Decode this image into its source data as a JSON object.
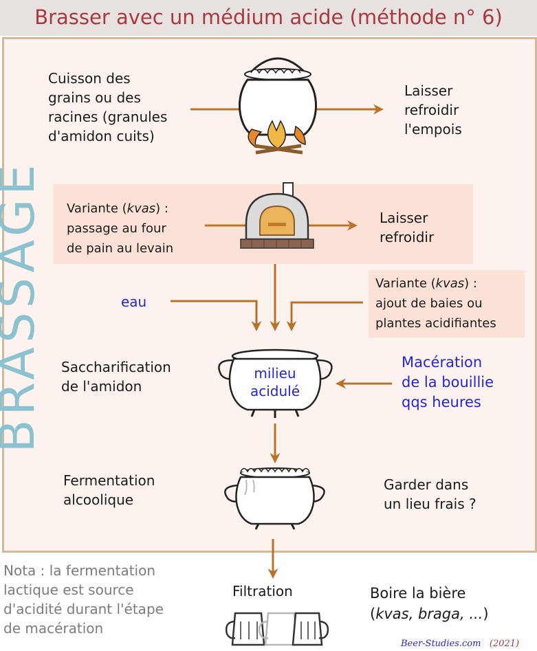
{
  "title": "Brasser avec un médium acide (méthode n° 6)",
  "side_label": "BRASSAGE",
  "steps": {
    "cooking": [
      "Cuisson des",
      "grains ou des",
      "racines (granules",
      "d'amidon cuits)"
    ],
    "cool_empois": [
      "Laisser",
      "refroidir",
      "l'empois"
    ],
    "variant_oven": {
      "prefix": "Variante (",
      "kw": "kvas",
      "suffix": ") :",
      "lines": [
        "passage au four",
        "de pain au levain"
      ]
    },
    "cool": [
      "Laisser",
      "refroidir"
    ],
    "eau": "eau",
    "variant_berries": {
      "prefix": "Variante (",
      "kw": "kvas",
      "suffix": ") :",
      "lines": [
        "ajout de baies ou",
        "plantes acidifiantes"
      ]
    },
    "saccharification": [
      "Saccharification",
      "de l'amidon"
    ],
    "pot_label": [
      "milieu",
      "acidulé"
    ],
    "maceration": [
      "Macération",
      "de la bouillie",
      "qqs heures"
    ],
    "fermentation": [
      "Fermentation",
      "alcoolique"
    ],
    "garder": [
      "Garder dans",
      "un lieu frais ?"
    ],
    "filtration": "Filtration",
    "drink": {
      "line1": "Boire la bière",
      "open": "(",
      "kw": "kvas, braga, ...",
      "close": ")"
    }
  },
  "nota": [
    "Nota : la fermentation",
    "lactique est source",
    "d'acidité durant l'étape",
    "de macération"
  ],
  "credit": {
    "site": "Beer-Studies.com",
    "year": "(2021)"
  },
  "icons": [
    "cauldron-fire-icon",
    "bread-oven-icon",
    "acid-pot-icon",
    "fermentation-pot-icon",
    "beer-mugs-icon"
  ],
  "colors": {
    "arrow": "#b8722a",
    "title": "#a8393f",
    "blue": "#2424d8",
    "side_label": "#8cc2cf",
    "band": "#fbe1d6",
    "frame": "#d2b99a"
  }
}
